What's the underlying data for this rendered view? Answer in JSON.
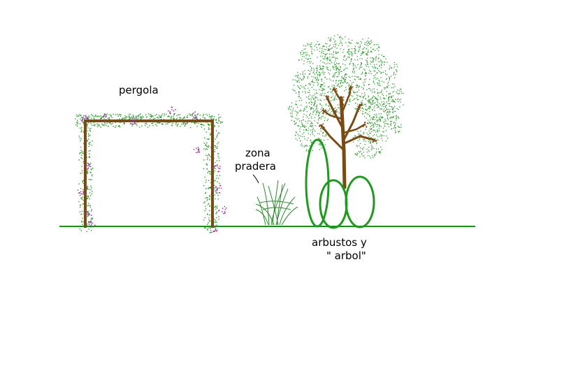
{
  "labels": {
    "pergola": "pergola",
    "meadow_line1": "zona",
    "meadow_line2": "pradera",
    "shrubs_line1": "arbustos y",
    "shrubs_line2": "\" arbol\""
  },
  "colors": {
    "ground": "#1a8c1a",
    "wood": "#7a4a12",
    "foliage": "#2f9a2f",
    "flowers": "#9a3aa0",
    "shrub_outline": "#1f9a1f",
    "grass": "#2a8a2a"
  }
}
